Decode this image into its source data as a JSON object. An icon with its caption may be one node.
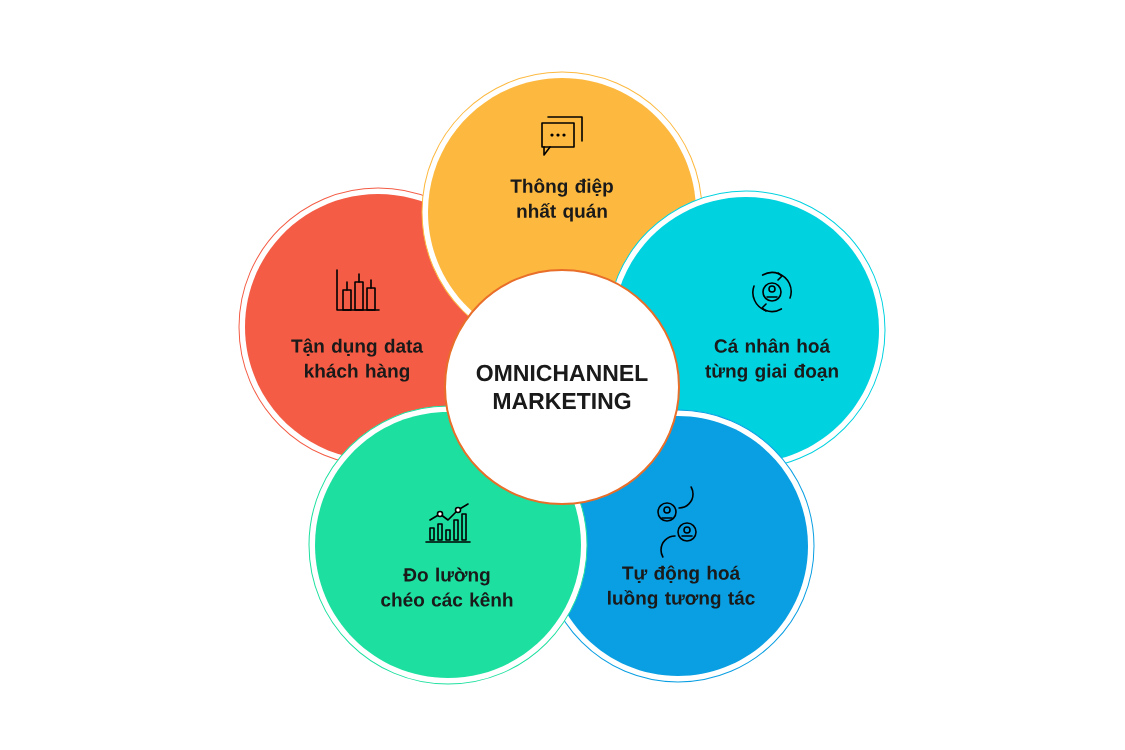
{
  "diagram": {
    "nodes": [
      {
        "text": [
          "OMNICHANNEL MARKETING"
        ]
      },
      {
        "text": [
          "Thông điệp nhất quán"
        ]
      },
      {
        "text": [
          "Tận dụng data khách hàng"
        ]
      },
      {
        "text": [
          "Cá nhân hoá từng giai đoạn"
        ]
      },
      {
        "text": [
          "Đo lường chéo các kênh"
        ]
      },
      {
        "text": [
          "Tự động hoá luồng tương tác"
        ]
      }
    ]
  }
}
